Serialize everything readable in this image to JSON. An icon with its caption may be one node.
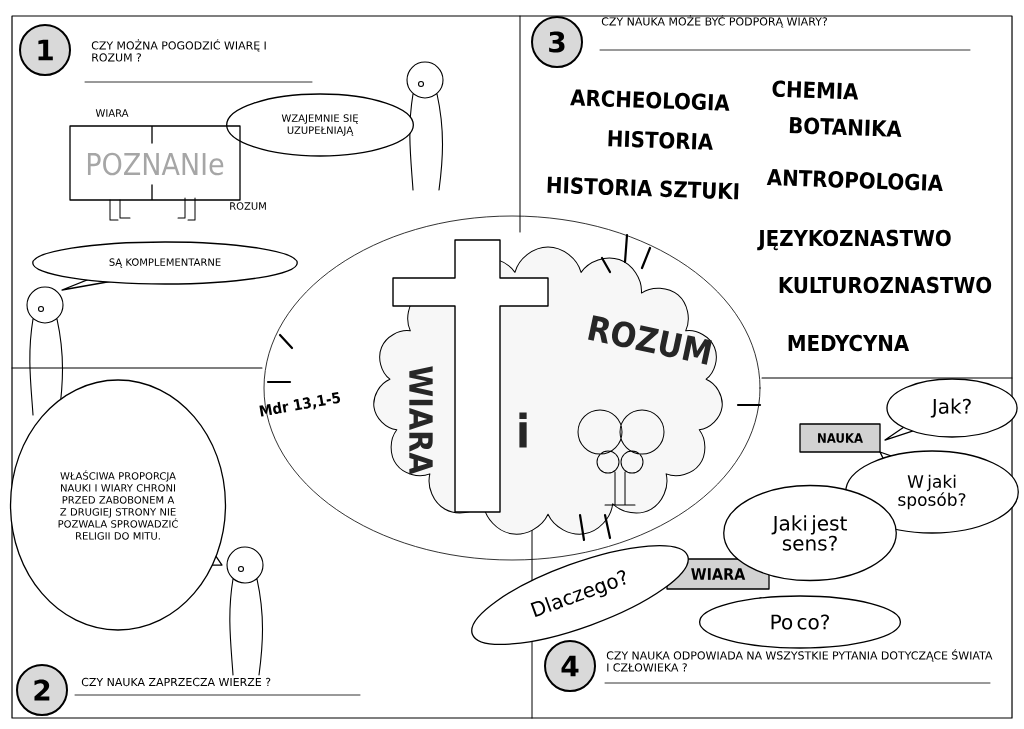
{
  "diagram": {
    "nodes": [
      {
        "text": [
          "1"
        ]
      },
      {
        "text": [
          "WZAJEMNIE SIĘ UZUPEŁNIAJĄ"
        ]
      },
      {
        "text": [
          "POZNANIe"
        ]
      },
      {
        "text": [
          "SĄ KOMPLEMENTARNE"
        ]
      },
      {
        "text": [
          "3"
        ]
      },
      {
        "text": [
          "WŁAŚCIWA PROPORCJA NAUKI I WIARY CHRONI PRZED ZABOBONEM A Z DRUGIEJ STRONY NIE POZWALA SPROWADZIĆ RELIGII DO MITU."
        ]
      },
      {
        "text": [
          "2"
        ]
      },
      {
        "text": [
          "NAUKA"
        ]
      },
      {
        "text": [
          "Jak?"
        ]
      },
      {
        "text": [
          "W jaki sposób?"
        ]
      },
      {
        "text": [
          "WIARA"
        ]
      },
      {
        "text": [
          "Jaki jest sens?"
        ]
      },
      {
        "text": [
          "Po co?"
        ]
      },
      {
        "text": [
          "Dlaczego?"
        ]
      },
      {
        "text": [
          "4"
        ]
      }
    ],
    "labels": [
      "CZY MOŻNA POGODZIĆ WIARĘ I ROZUM ?",
      "WIARA",
      "ROZUM",
      "CZY NAUKA MOŻE BYĆ PODPORĄ WIARY?",
      "ARCHEOLOGIA",
      "CHEMIA",
      "HISTORIA",
      "BOTANIKA",
      "HISTORIA SZTUKI",
      "ANTROPOLOGIA",
      "JĘZYKOZNASTWO",
      "KULTUROZNASTWO",
      "MEDYCYNA",
      "WIARA",
      "i",
      "ROZUM",
      "Mdr 13,1-5",
      "CZY NAUKA ZAPRZECZA WIERZE ?",
      "CZY NAUKA ODPOWIADA NA WSZYSTKIE PYTANIA DOTYCZĄCE ŚWIATA I CZŁOWIEKA ?"
    ]
  }
}
